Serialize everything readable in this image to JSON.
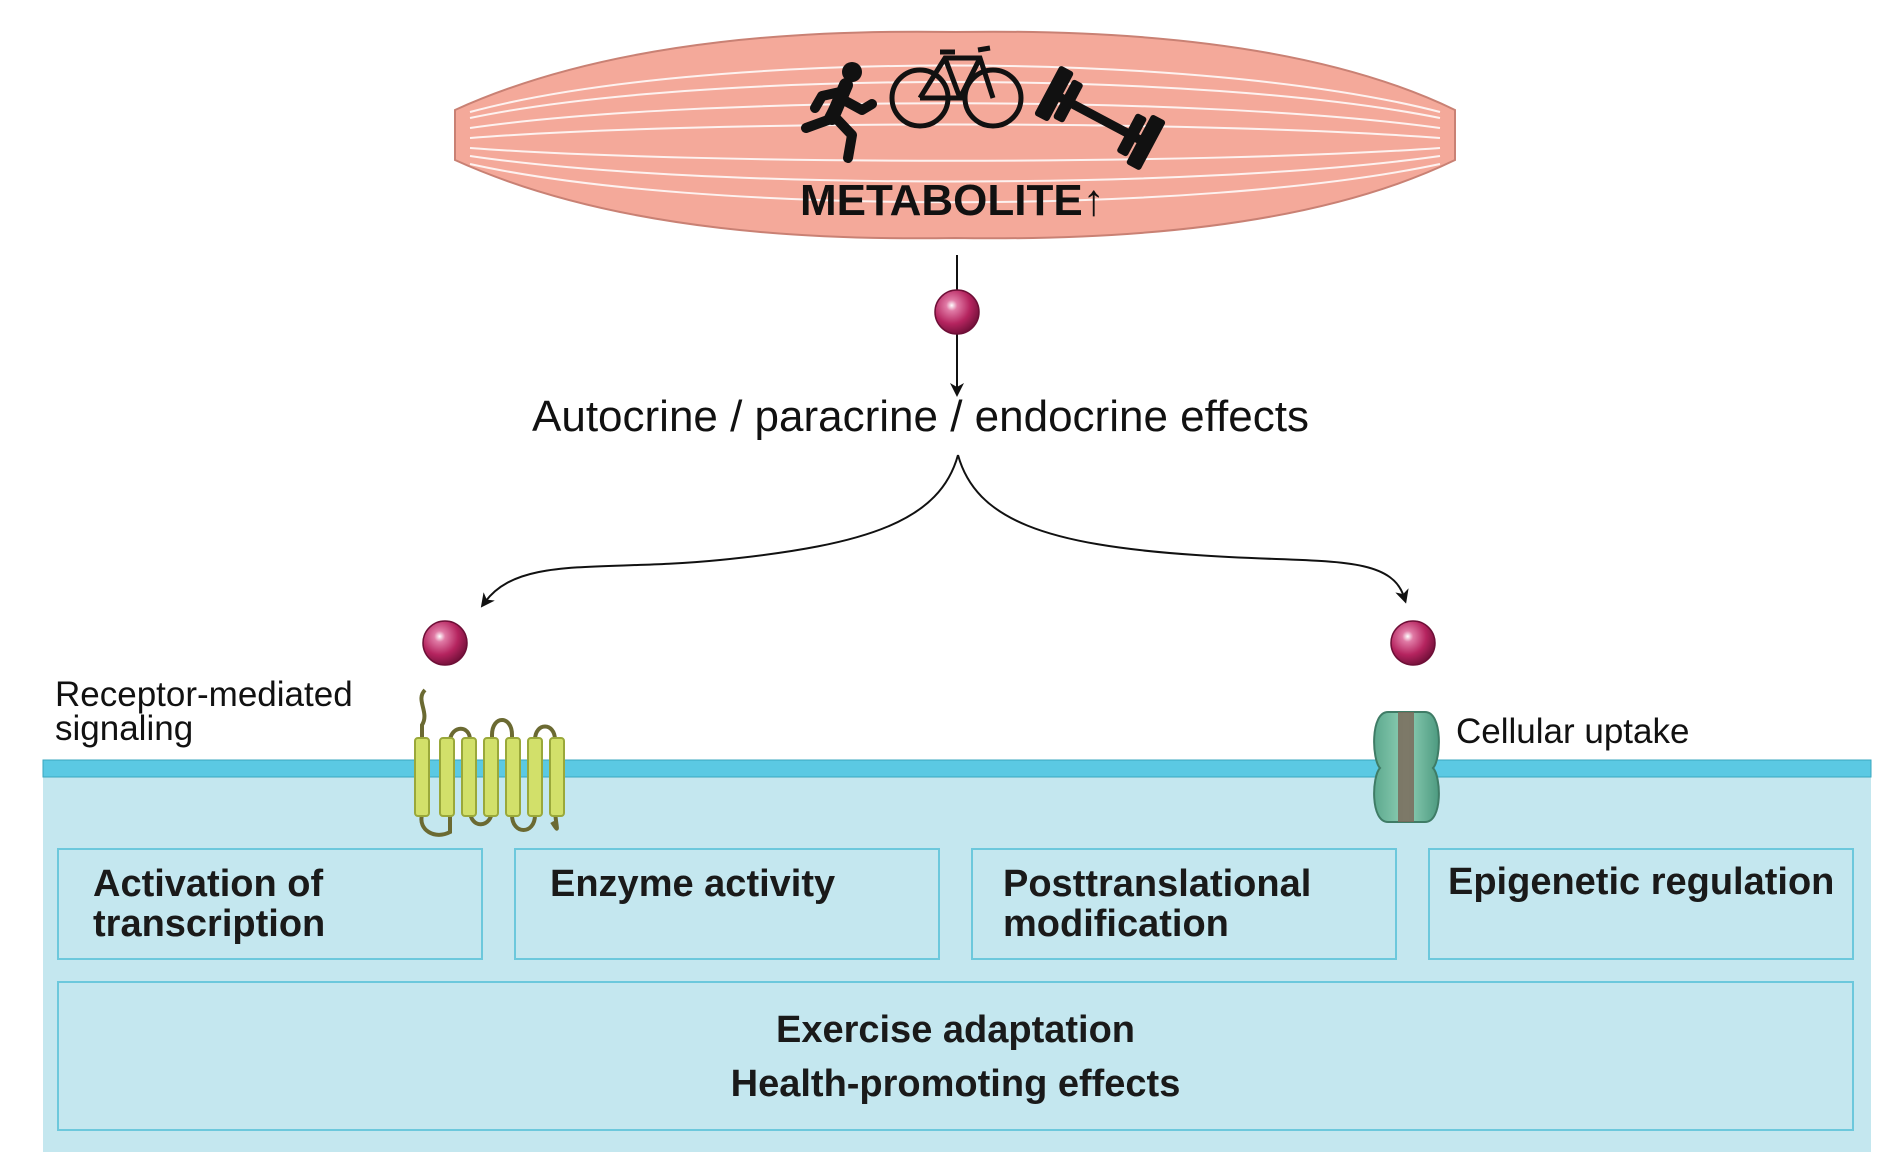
{
  "muscle": {
    "label": "METABOLITE",
    "arrow": "↑",
    "icons": [
      "runner-icon",
      "bicycle-icon",
      "dumbbell-icon"
    ],
    "fill_color": "#f4a99a"
  },
  "effects_label": "Autocrine / paracrine / endocrine effects",
  "pathways": {
    "left": "Receptor-mediated\nsignaling",
    "right": "Cellular uptake"
  },
  "cell": {
    "membrane_color": "#5bc9e3",
    "cytoplasm_color": "#c4e7ef",
    "boxes": [
      "Activation of\ntranscription",
      "Enzyme activity",
      "Posttranslational\nmodification",
      "Epigenetic regulation"
    ],
    "outcome_lines": [
      "Exercise adaptation",
      "Health-promoting effects"
    ]
  },
  "metabolite_color": "#b5245f"
}
